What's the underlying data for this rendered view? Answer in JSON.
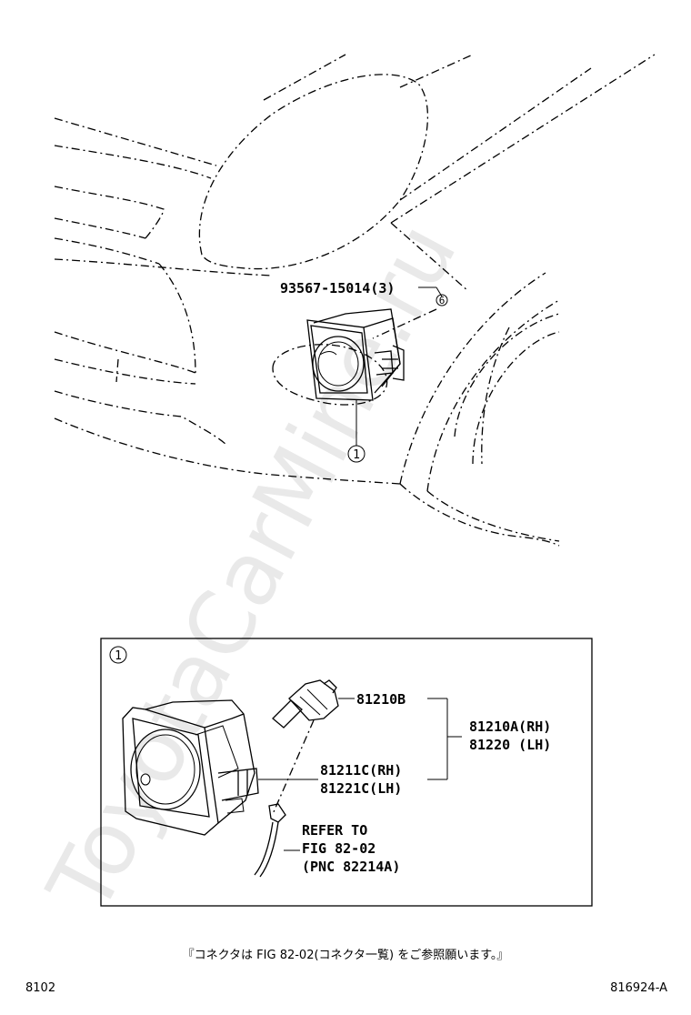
{
  "watermark": "ToyotaCarMine.ru",
  "callouts": {
    "bolt_part": "93567-15014(3)",
    "bolt_marker": "6",
    "unit_marker": "1",
    "detail_marker": "1"
  },
  "detail": {
    "bulb": "81210B",
    "unit_rh": "81210A(RH)",
    "unit_lh": "81220 (LH)",
    "socket_rh": "81211C(RH)",
    "socket_lh": "81221C(LH)",
    "refer_line1": "REFER TO",
    "refer_line2": "FIG 82-02",
    "refer_line3": "(PNC 82214A)"
  },
  "note": "『コネクタは FIG 82-02(コネクタ一覧) をご参照願います。』",
  "footer": {
    "left_code": "8102",
    "right_code": "816924-A"
  }
}
